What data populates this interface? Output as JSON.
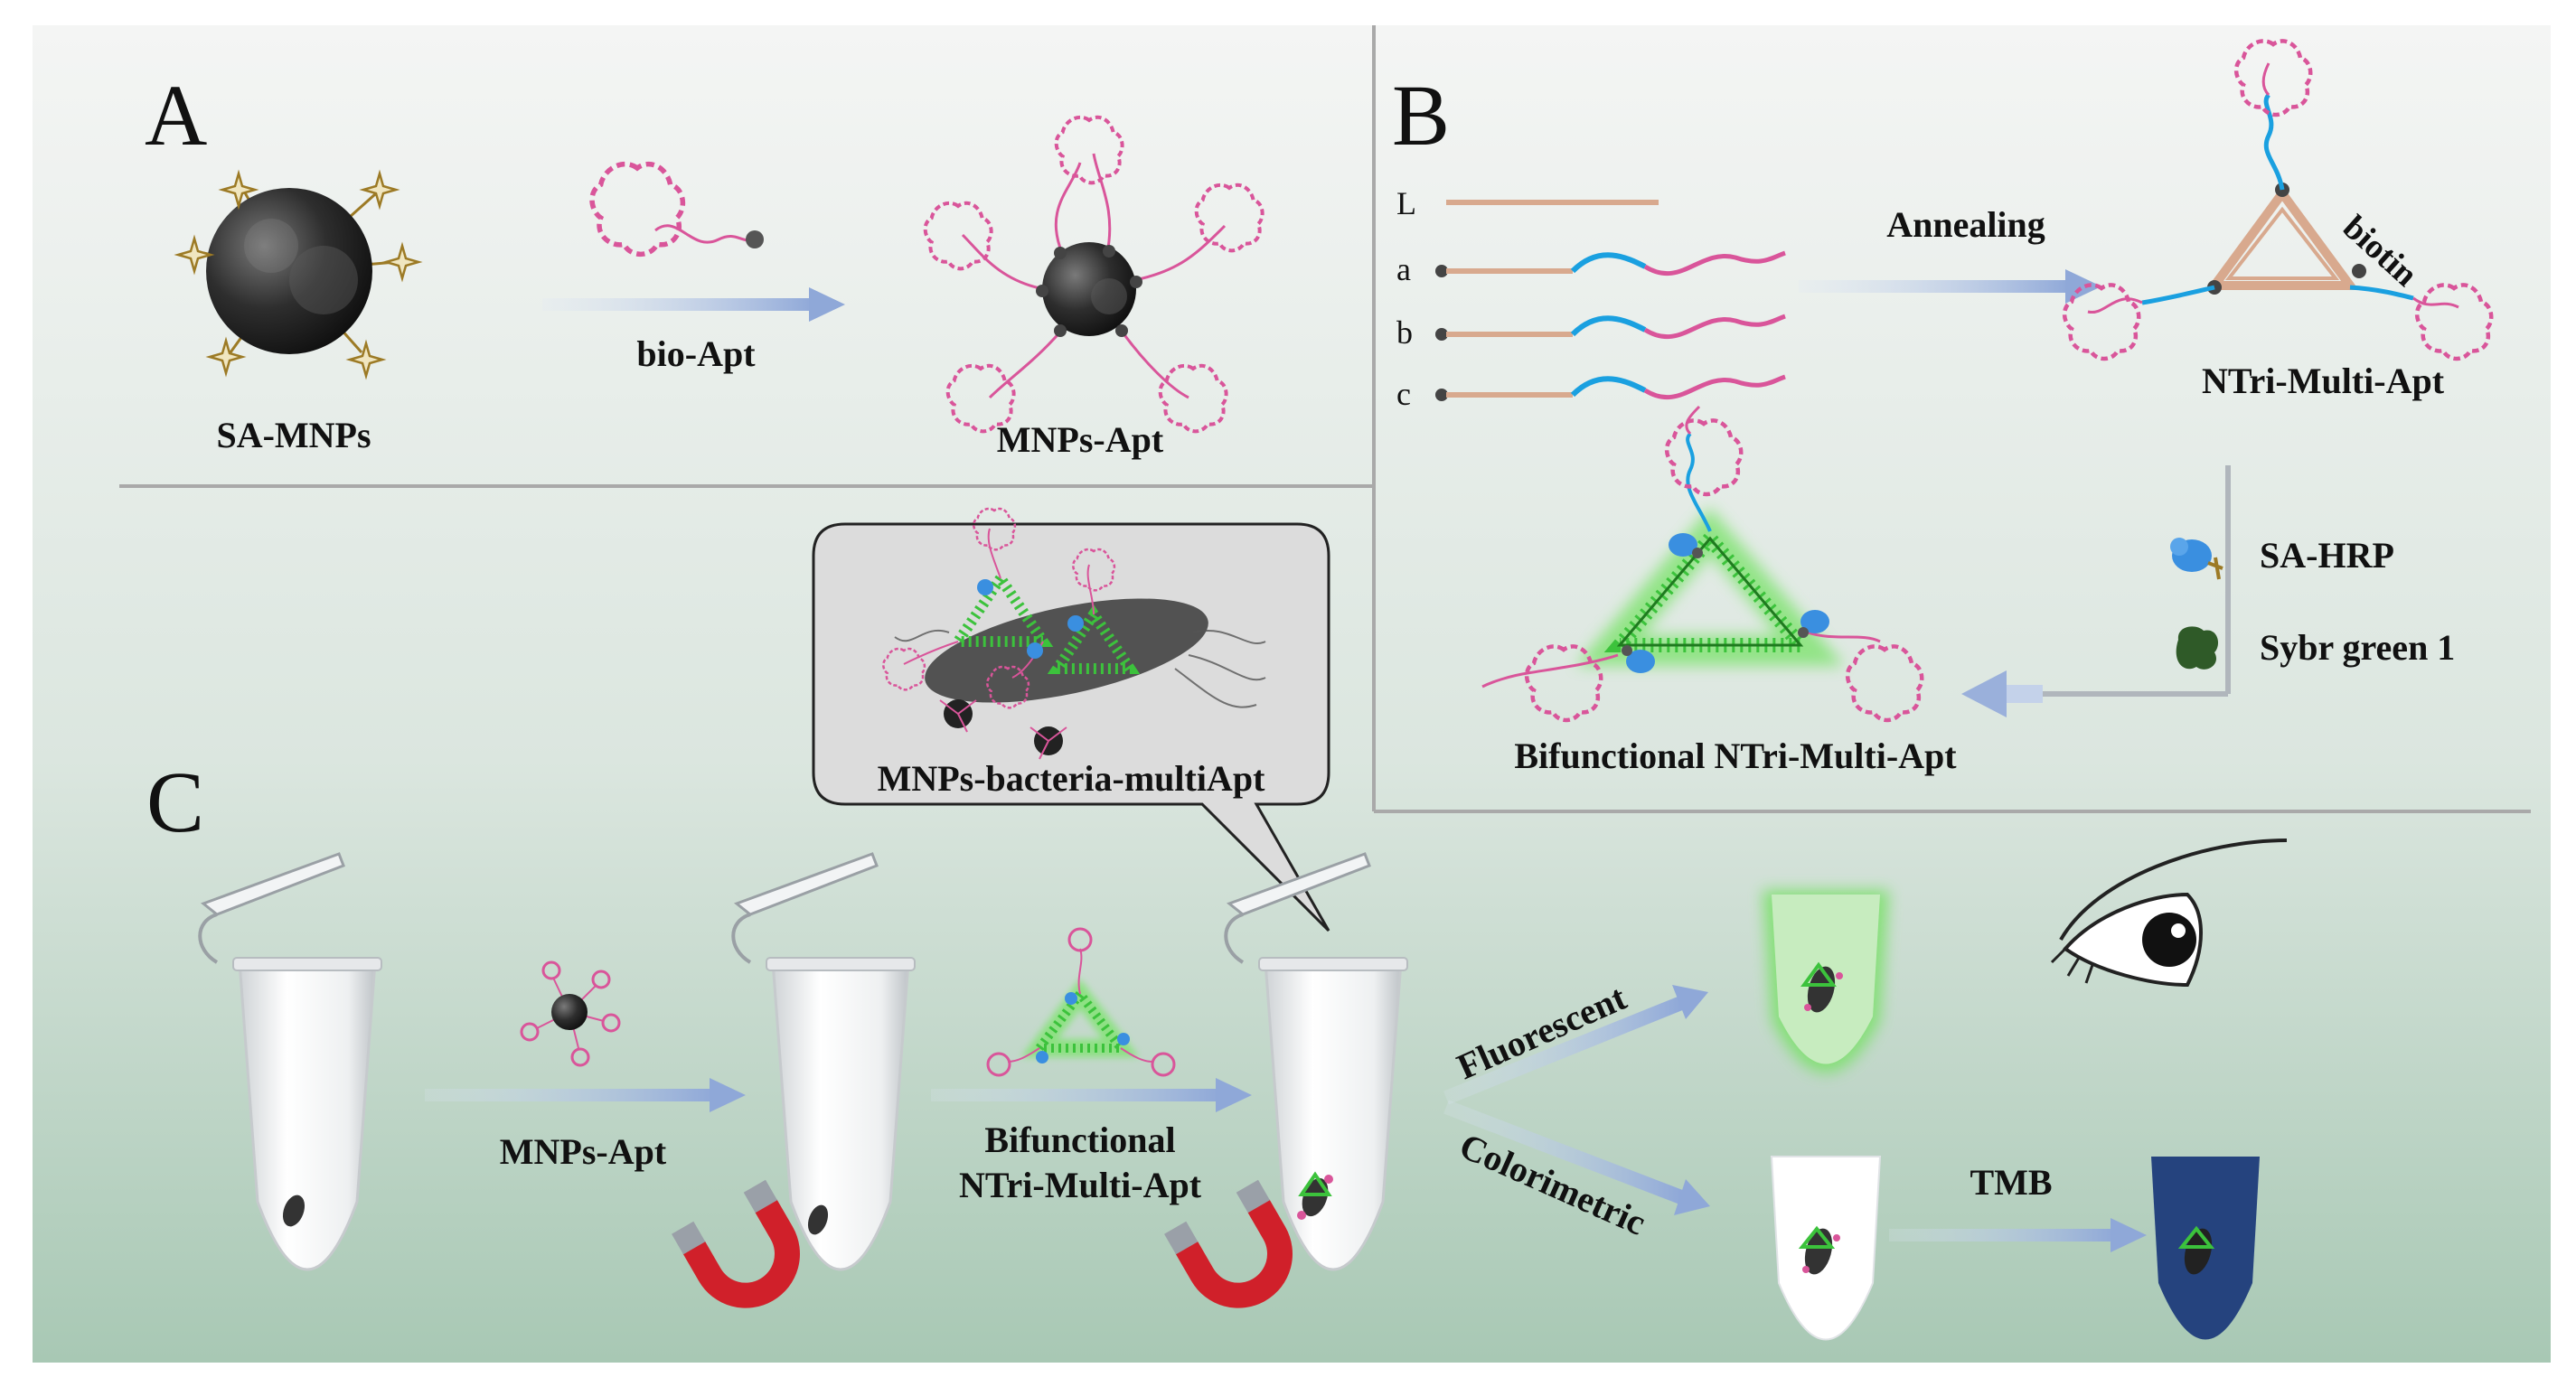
{
  "panels": {
    "a": "A",
    "b": "B",
    "c": "C"
  },
  "panel_a": {
    "sa_mnps": "SA-MNPs",
    "bio_apt": "bio-Apt",
    "mnps_apt": "MNPs-Apt"
  },
  "panel_b": {
    "strand_l": "L",
    "strand_a": "a",
    "strand_b": "b",
    "strand_c": "c",
    "annealing": "Annealing",
    "biotin": "biotin",
    "ntri": "NTri-Multi-Apt",
    "sa_hrp": "SA-HRP",
    "sybr": "Sybr green 1",
    "bifunctional": "Bifunctional NTri-Multi-Apt"
  },
  "panel_c": {
    "bubble": "MNPs-bacteria-multiApt",
    "mnps_apt": "MNPs-Apt",
    "bif_line1": "Bifunctional",
    "bif_line2": "NTri-Multi-Apt",
    "fluorescent": "Fluorescent",
    "colorimetric": "Colorimetric",
    "tmb": "TMB"
  },
  "colors": {
    "aptamer": "#d9559a",
    "strand": "#d8a98e",
    "linker": "#1aa0e0",
    "sybr": "#3cc23c",
    "hrp": "#3a8fe0",
    "tmb_blue": "#25437e",
    "magnet": "#d0202a"
  },
  "icons": [
    "bead-icon",
    "star-icon",
    "aptamer-icon",
    "triangle-icon",
    "bacterium-icon",
    "tube-icon",
    "magnet-icon",
    "eye-icon"
  ]
}
